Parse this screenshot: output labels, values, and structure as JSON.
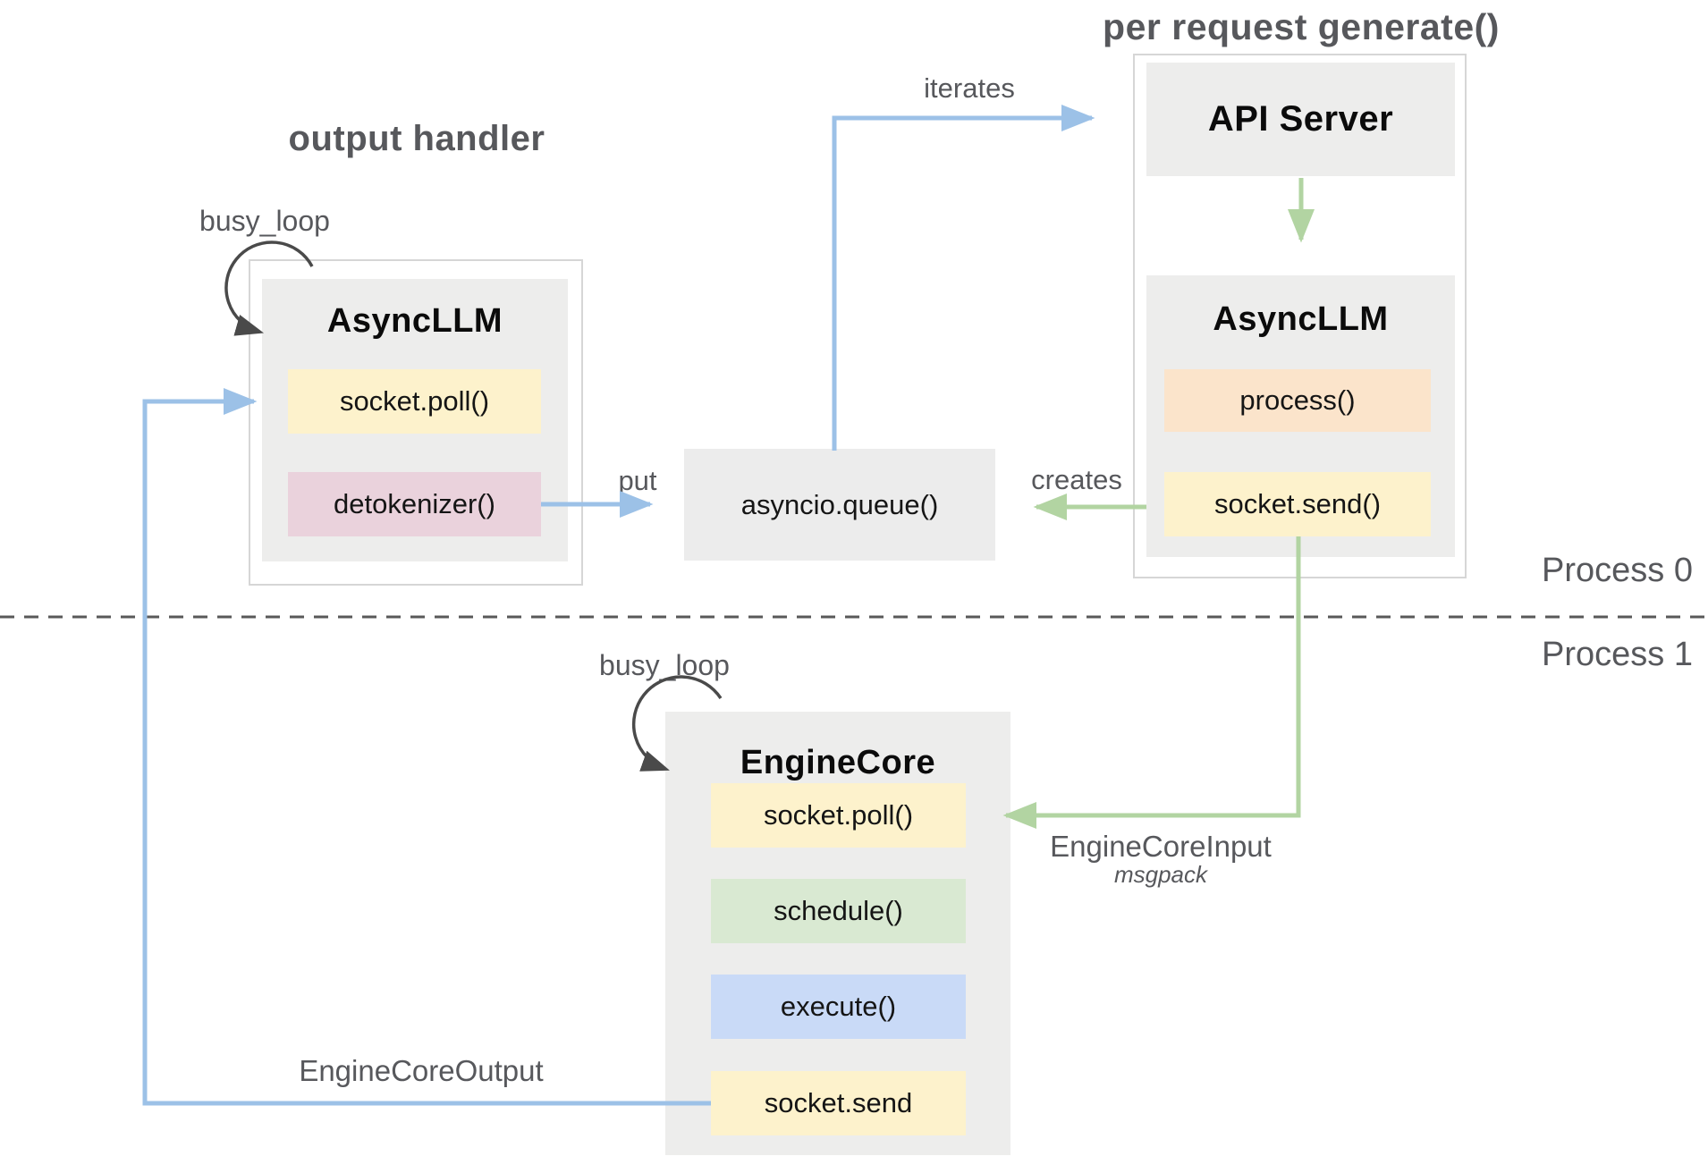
{
  "colors": {
    "arrow_blue": "#9cc1e7",
    "arrow_green": "#b2d4a2",
    "loop_arrow": "#4a4a4a",
    "panel_gray": "#ededec",
    "queue_gray": "#ececec",
    "border_gray": "#d6d6d6",
    "label_gray": "#57585c",
    "divider_gray": "#595959"
  },
  "annotations": {
    "output_handler": "output handler",
    "per_request_generate": "per request generate()",
    "busy_loop_left": "busy_loop",
    "busy_loop_bottom": "busy_loop",
    "iterates": "iterates",
    "put": "put",
    "creates": "creates",
    "engine_core_input": "EngineCoreInput",
    "engine_core_input_format": "msgpack",
    "engine_core_output": "EngineCoreOutput",
    "process_0": "Process 0",
    "process_1": "Process 1"
  },
  "left_panel": {
    "title": "AsyncLLM",
    "items": [
      {
        "label": "socket.poll()",
        "color": "#fdf2cc"
      },
      {
        "label": "detokenizer()",
        "color": "#ead2dc"
      }
    ]
  },
  "queue": {
    "label": "asyncio.queue()"
  },
  "right_panel": {
    "api_title": "API Server",
    "title": "AsyncLLM",
    "items": [
      {
        "label": "process()",
        "color": "#fbe4cb"
      },
      {
        "label": "socket.send()",
        "color": "#fdf2cc"
      }
    ]
  },
  "engine_core": {
    "title": "EngineCore",
    "items": [
      {
        "label": "socket.poll()",
        "color": "#fdf2cc"
      },
      {
        "label": "schedule()",
        "color": "#d9e9d2"
      },
      {
        "label": "execute()",
        "color": "#c9daf7"
      },
      {
        "label": "socket.send",
        "color": "#fdf2cc"
      }
    ]
  }
}
